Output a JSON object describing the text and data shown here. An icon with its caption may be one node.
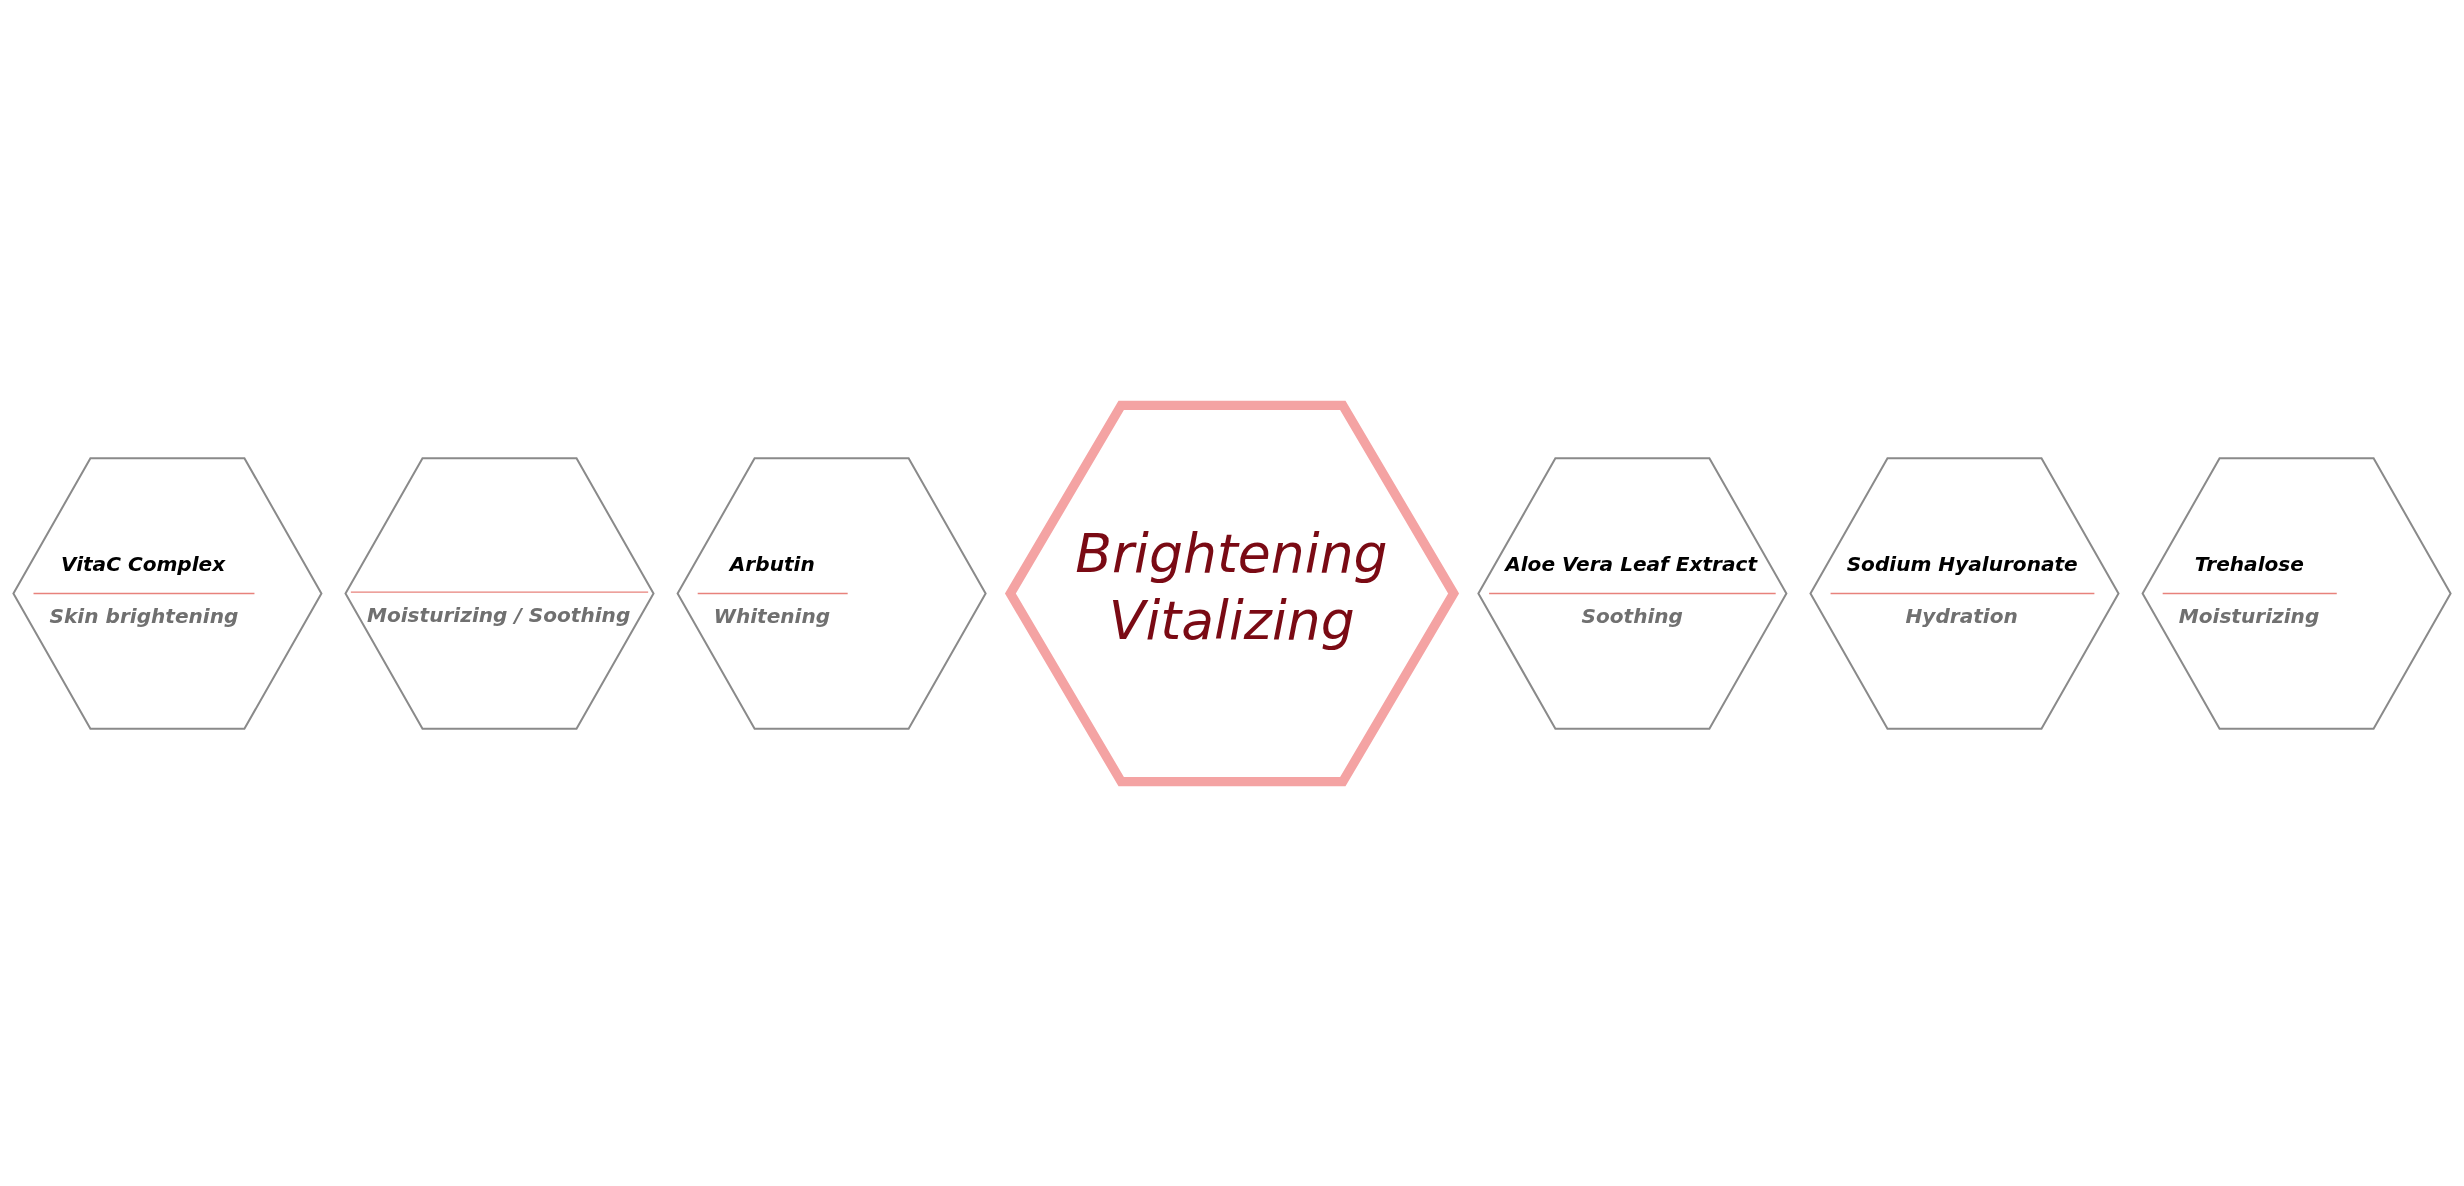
{
  "diagram": {
    "nodes": [
      {
        "text": [
          "VitaC Complex",
          "Skin brightening"
        ]
      },
      {
        "text": [
          "Moisturizing / Soothing"
        ]
      },
      {
        "text": [
          "Arbutin",
          "Whitening"
        ]
      },
      {
        "text": [
          "Brightening",
          "Vitalizing"
        ]
      },
      {
        "text": [
          "Aloe Vera Leaf Extract",
          "Soothing"
        ]
      },
      {
        "text": [
          "Sodium Hyaluronate",
          "Hydration"
        ]
      },
      {
        "text": [
          "Trehalose",
          "Moisturizing"
        ]
      }
    ]
  }
}
